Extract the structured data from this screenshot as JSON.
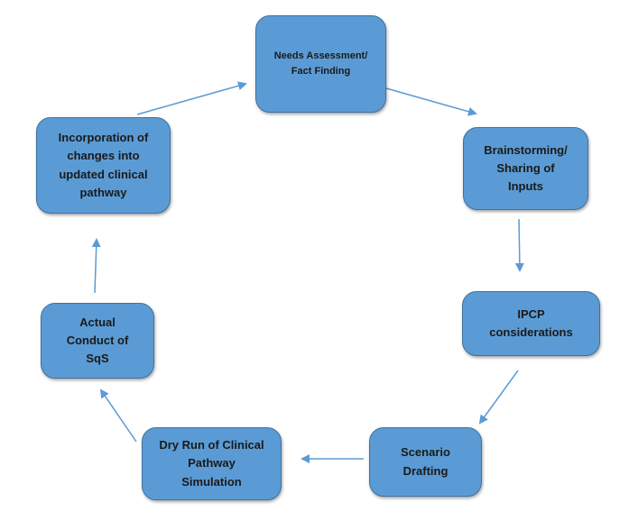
{
  "diagram": {
    "type": "cycle-flowchart",
    "colors": {
      "node_fill": "#5b9bd5",
      "node_border": "#41719c",
      "arrow": "#5b9bd5",
      "text": "#1a1a1a",
      "background": "#ffffff"
    },
    "nodes": [
      {
        "id": "needs",
        "label": "Needs Assessment/\nFact Finding"
      },
      {
        "id": "brain",
        "label": "Brainstorming/\nSharing of\nInputs"
      },
      {
        "id": "ipcp",
        "label": "IPCP\nconsiderations"
      },
      {
        "id": "scenario",
        "label": "Scenario\nDrafting"
      },
      {
        "id": "dryrun",
        "label": "Dry Run of Clinical\nPathway\nSimulation"
      },
      {
        "id": "actual",
        "label": "Actual\nConduct of\nSqS"
      },
      {
        "id": "incorp",
        "label": "Incorporation of\nchanges into\nupdated clinical\npathway"
      }
    ],
    "edges": [
      {
        "from": "needs",
        "to": "brain"
      },
      {
        "from": "brain",
        "to": "ipcp"
      },
      {
        "from": "ipcp",
        "to": "scenario"
      },
      {
        "from": "scenario",
        "to": "dryrun"
      },
      {
        "from": "dryrun",
        "to": "actual"
      },
      {
        "from": "actual",
        "to": "incorp"
      },
      {
        "from": "incorp",
        "to": "needs"
      }
    ]
  }
}
